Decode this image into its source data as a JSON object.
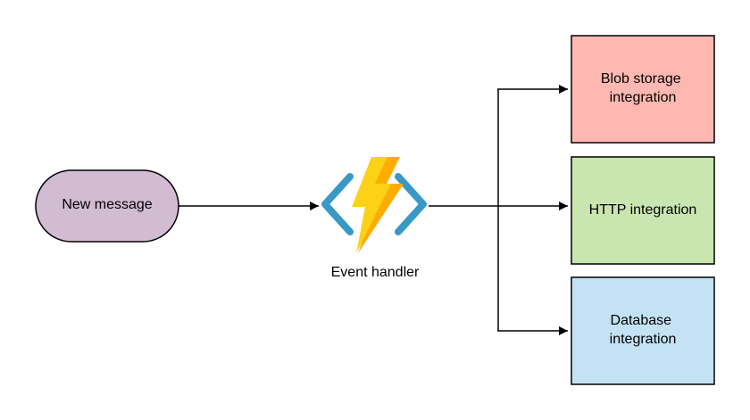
{
  "colors": {
    "start_fill": "#d2bcd2",
    "blob_fill": "#ffb8b1",
    "http_fill": "#c9e6b0",
    "db_fill": "#c3e3f5",
    "stroke": "#000000",
    "bracket": "#3999c6",
    "bolt_light": "#fcd116",
    "bolt_dark": "#ffac00"
  },
  "start": {
    "label": "New message"
  },
  "handler": {
    "icon": "azure-functions-lightning-icon",
    "label": "Event handler"
  },
  "targets": [
    {
      "line1": "Blob storage",
      "line2": "integration"
    },
    {
      "line1": "HTTP integration",
      "line2": ""
    },
    {
      "line1": "Database",
      "line2": "integration"
    }
  ]
}
